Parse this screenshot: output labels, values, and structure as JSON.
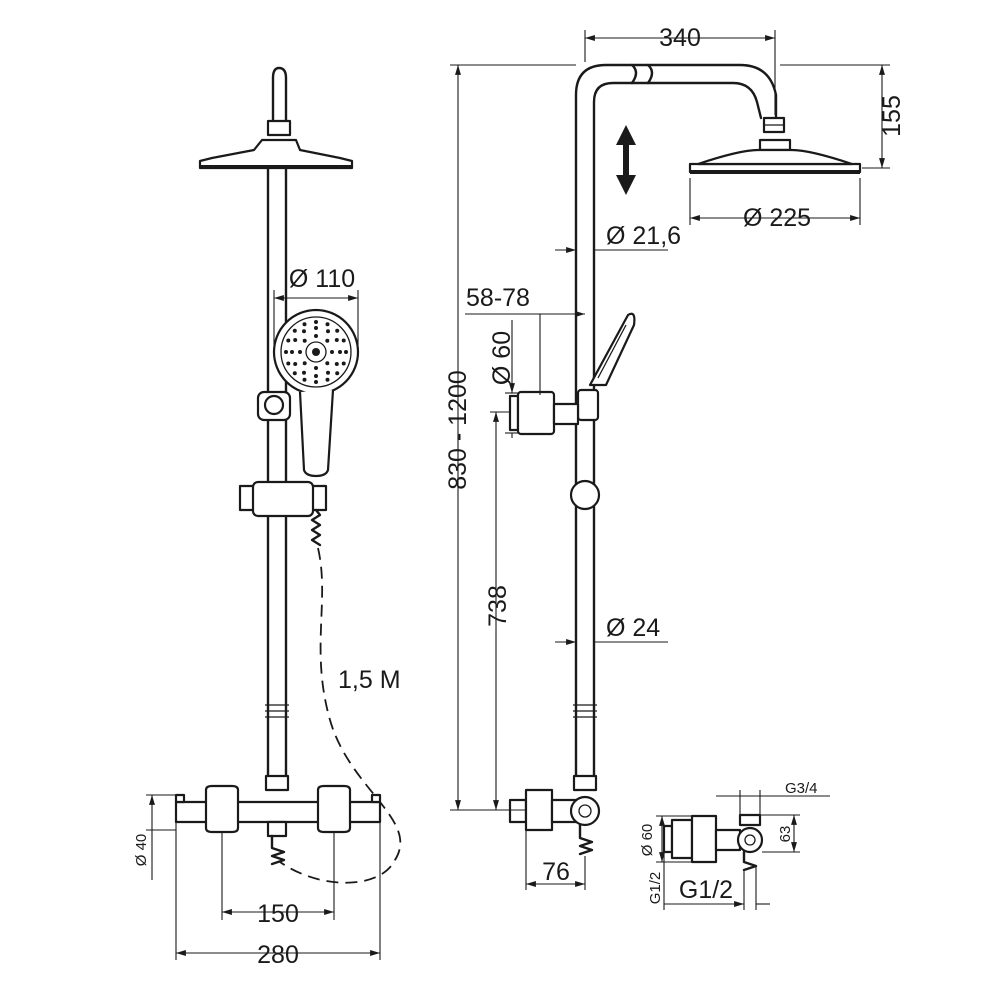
{
  "labels": {
    "width_head_arm": "340",
    "height_head": "155",
    "diameter_pipe_top": "Ø 21,6",
    "diameter_head": "Ø 225",
    "diameter_hand": "Ø 110",
    "adjust_range": "58-78",
    "diameter_60": "Ø 60",
    "total_height": "830 - 1200",
    "height_738": "738",
    "diameter_pipe_bottom": "Ø 24",
    "hose_length": "1,5 M",
    "diameter_40": "Ø 40",
    "spacing_150": "150",
    "width_280": "280",
    "depth_76": "76",
    "thread_g34": "G3/4",
    "detail_d60": "Ø 60",
    "detail_63": "63",
    "detail_g12_side": "G1/2",
    "detail_g12": "G1/2"
  }
}
